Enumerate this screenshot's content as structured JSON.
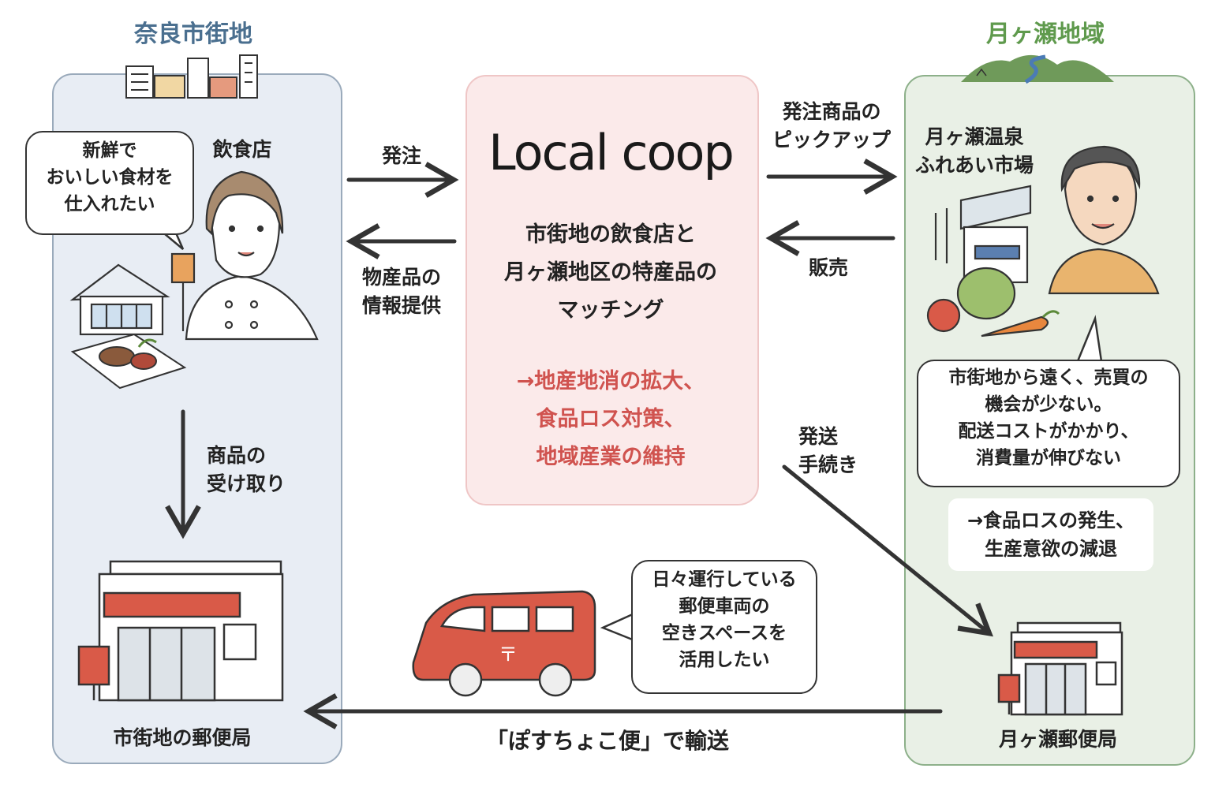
{
  "left_region": {
    "title": "奈良市街地",
    "restaurant_label": "飲食店",
    "speech": [
      "新鮮で",
      "おいしい食材を",
      "仕入れたい"
    ],
    "pickup_label": [
      "商品の",
      "受け取り"
    ],
    "post_office_label": "市街地の郵便局"
  },
  "center": {
    "logo": "Local coop",
    "description": [
      "市街地の飲食店と",
      "月ヶ瀬地区の特産品の",
      "マッチング"
    ],
    "effects": [
      "→地産地消の拡大、",
      "食品ロス対策、",
      "地域産業の維持"
    ]
  },
  "right_region": {
    "title": "月ヶ瀬地域",
    "market_label": [
      "月ヶ瀬温泉",
      "ふれあい市場"
    ],
    "speech": [
      "市街地から遠く、売買の",
      "機会が少ない。",
      "配送コストがかかり、",
      "消費量が伸びない"
    ],
    "consequence": [
      "→食品ロスの発生、",
      "生産意欲の減退"
    ],
    "post_office_label": "月ヶ瀬郵便局"
  },
  "arrows": {
    "order": "発注",
    "info": [
      "物産品の",
      "情報提供"
    ],
    "pickup_order": [
      "発注商品の",
      "ピックアップ"
    ],
    "sell": "販売",
    "shipping": [
      "発送",
      "手続き"
    ],
    "transport": "「ぽすちょこ便」で輸送"
  },
  "van_speech": [
    "日々運行している",
    "郵便車両の",
    "空きスペースを",
    "活用したい"
  ],
  "colors": {
    "left_title": "#4a6f8f",
    "right_title": "#5f9a4d",
    "left_panel_bg": "#e8edf4",
    "left_panel_border": "#9aaabb",
    "center_panel_bg": "#fbeaea",
    "center_panel_border": "#efc6c6",
    "right_panel_bg": "#e9f0e6",
    "right_panel_border": "#8db08a",
    "effect_text": "#d0534f",
    "arrow": "#333333",
    "postal_red": "#d95a48"
  }
}
